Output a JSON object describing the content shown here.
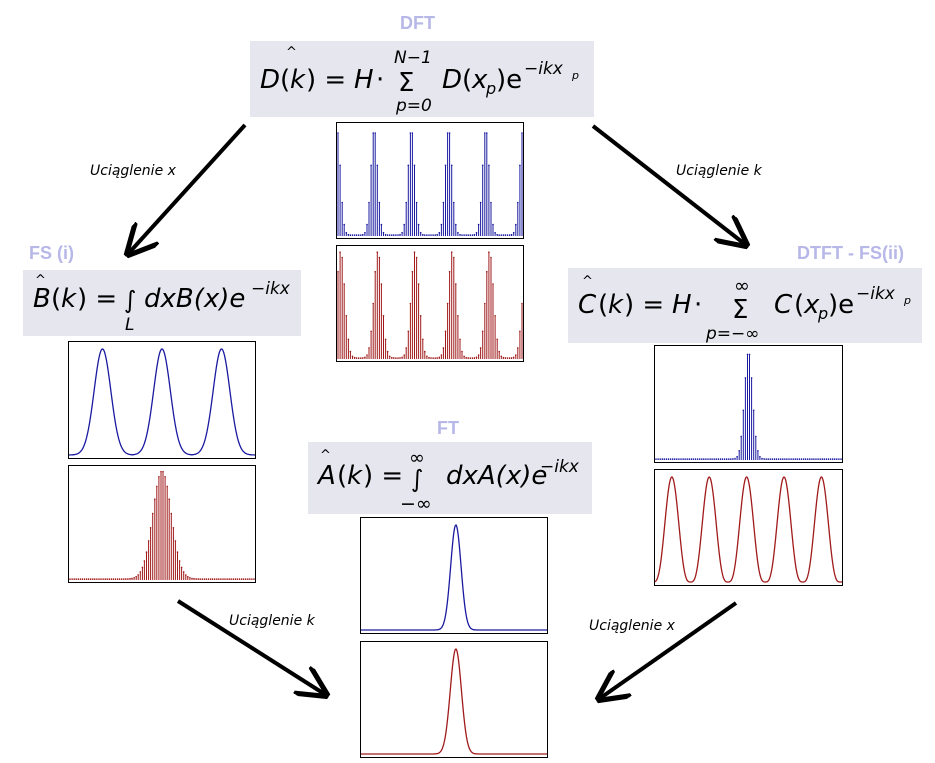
{
  "titles": {
    "dft": "DFT",
    "fs_i": "FS (i)",
    "dtft": "DTFT - FS(ii)",
    "ft": "FT"
  },
  "arrow_labels": {
    "top_left": "Uciąglenie x",
    "top_right": "Uciąglenie k",
    "bottom_left": "Uciąglenie k",
    "bottom_right": "Uciąglenie x"
  },
  "formulas": {
    "dft": {
      "lhs": "D",
      "arg": "k",
      "coef": "H",
      "sum_upper": "N−1",
      "sum_lower": "p=0",
      "fn": "D",
      "var": "x",
      "sub": "p",
      "exp": "−ikx"
    },
    "fs_i": {
      "lhs": "B",
      "arg": "k",
      "int_lower": "L",
      "body": "dxB(x)e",
      "exp": "−ikx"
    },
    "dtft": {
      "lhs": "C",
      "arg": "k",
      "coef": "H",
      "sum_upper": "∞",
      "sum_lower": "p=−∞",
      "fn": "C",
      "var": "x",
      "sub": "p",
      "exp": "−ikx"
    },
    "ft": {
      "lhs": "A",
      "arg": "k",
      "int_upper": "∞",
      "int_lower": "−∞",
      "body": "dxA(x)e",
      "exp": "−ikx"
    }
  },
  "colors": {
    "title": "#b7b7e8",
    "formula_bg": "#e6e6ef",
    "blue_plot": "#1a1aa0",
    "red_plot": "#a01a1a",
    "arrow": "#000000"
  },
  "plots": {
    "dft_signal": {
      "style": "stems",
      "color": "blue",
      "peaks": 5,
      "note": "periodic discrete comb"
    },
    "dft_spectrum": {
      "style": "stems",
      "color": "red",
      "peaks": 5,
      "note": "periodic discrete comb"
    },
    "fs_signal": {
      "style": "line",
      "color": "blue",
      "peaks": 3
    },
    "fs_spectrum": {
      "style": "stems",
      "color": "red",
      "peaks": 1
    },
    "dtft_signal": {
      "style": "stems",
      "color": "blue",
      "peaks": 1
    },
    "dtft_spectrum": {
      "style": "line",
      "color": "red",
      "peaks": 5
    },
    "ft_signal": {
      "style": "line",
      "color": "blue",
      "peaks": 1
    },
    "ft_spectrum": {
      "style": "line",
      "color": "red",
      "peaks": 1
    }
  }
}
